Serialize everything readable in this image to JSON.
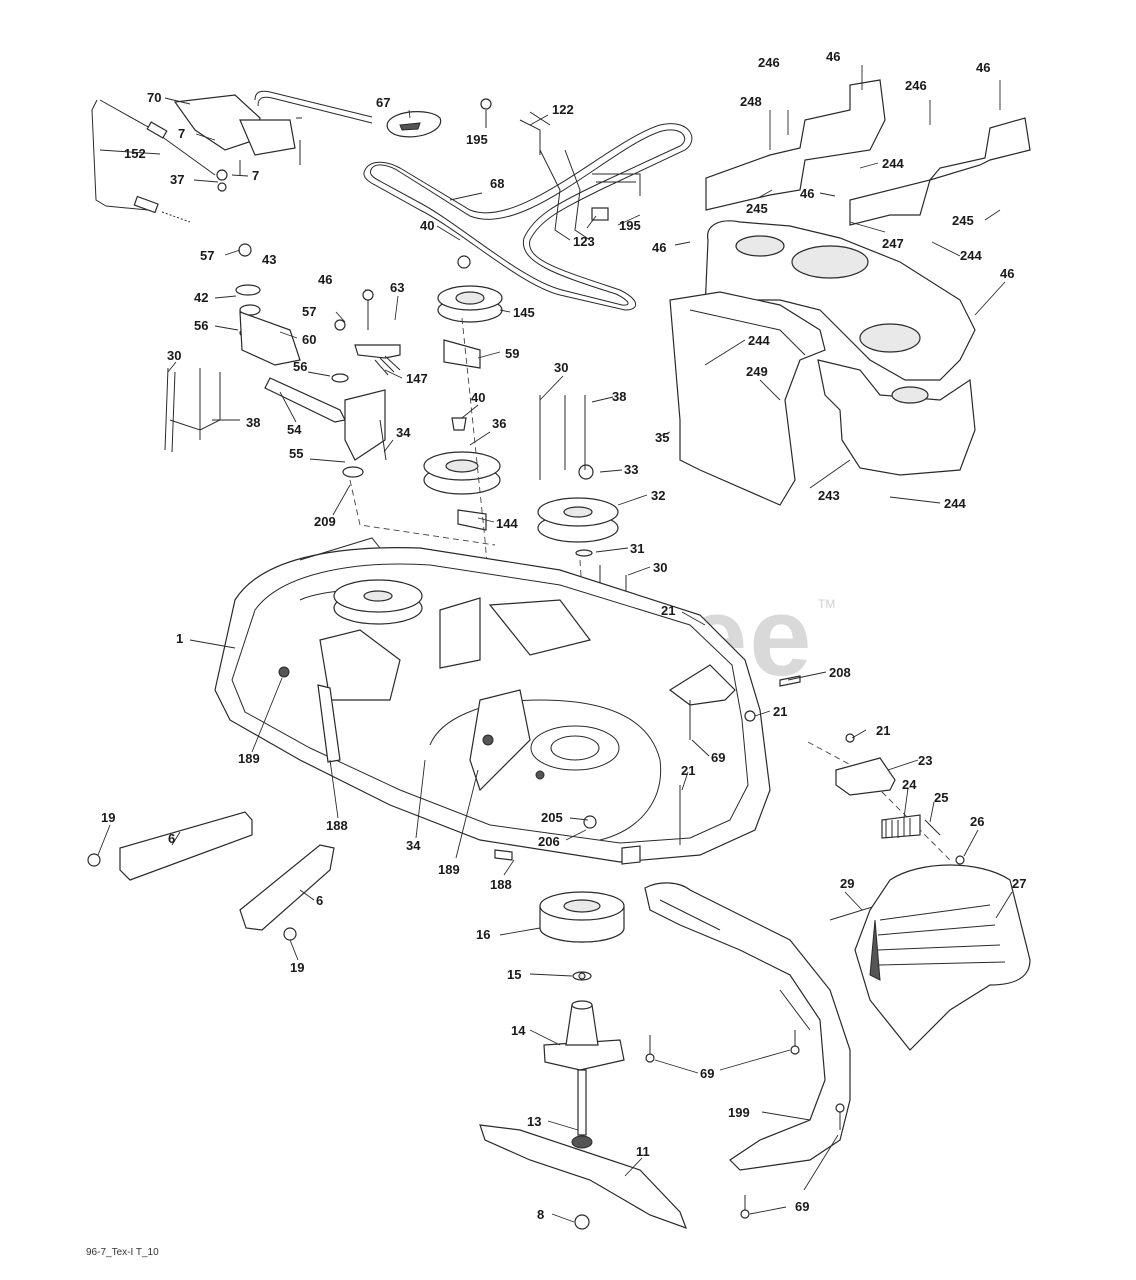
{
  "watermark": {
    "text": "PartsTree",
    "trademark": "TM"
  },
  "footer_code": "96-7_Tex-I T_10",
  "callouts": [
    {
      "id": "c70",
      "text": "70"
    },
    {
      "id": "c152",
      "text": "152"
    },
    {
      "id": "c7a",
      "text": "7"
    },
    {
      "id": "c7b",
      "text": "7"
    },
    {
      "id": "c37",
      "text": "37"
    },
    {
      "id": "c67",
      "text": "67"
    },
    {
      "id": "c195a",
      "text": "195"
    },
    {
      "id": "c122",
      "text": "122"
    },
    {
      "id": "c68",
      "text": "68"
    },
    {
      "id": "c123",
      "text": "123"
    },
    {
      "id": "c195b",
      "text": "195"
    },
    {
      "id": "c246a",
      "text": "246"
    },
    {
      "id": "c46a",
      "text": "46"
    },
    {
      "id": "c248",
      "text": "248"
    },
    {
      "id": "c246b",
      "text": "246"
    },
    {
      "id": "c46b",
      "text": "46"
    },
    {
      "id": "c244a",
      "text": "244"
    },
    {
      "id": "c245a",
      "text": "245"
    },
    {
      "id": "c46c",
      "text": "46"
    },
    {
      "id": "c245b",
      "text": "245"
    },
    {
      "id": "c46d",
      "text": "46"
    },
    {
      "id": "c244b",
      "text": "244"
    },
    {
      "id": "c247",
      "text": "247"
    },
    {
      "id": "c46e",
      "text": "46"
    },
    {
      "id": "c57a",
      "text": "57"
    },
    {
      "id": "c43",
      "text": "43"
    },
    {
      "id": "c40a",
      "text": "40"
    },
    {
      "id": "c46f",
      "text": "46"
    },
    {
      "id": "c63",
      "text": "63"
    },
    {
      "id": "c42",
      "text": "42"
    },
    {
      "id": "c145",
      "text": "145"
    },
    {
      "id": "c57b",
      "text": "57"
    },
    {
      "id": "c56a",
      "text": "56"
    },
    {
      "id": "c60",
      "text": "60"
    },
    {
      "id": "c59",
      "text": "59"
    },
    {
      "id": "c147",
      "text": "147"
    },
    {
      "id": "c30a",
      "text": "30"
    },
    {
      "id": "c56b",
      "text": "56"
    },
    {
      "id": "c244c",
      "text": "244"
    },
    {
      "id": "c249",
      "text": "249"
    },
    {
      "id": "c30b",
      "text": "30"
    },
    {
      "id": "c38a",
      "text": "38"
    },
    {
      "id": "c38b",
      "text": "38"
    },
    {
      "id": "c40b",
      "text": "40"
    },
    {
      "id": "c54",
      "text": "54"
    },
    {
      "id": "c35",
      "text": "35"
    },
    {
      "id": "c36",
      "text": "36"
    },
    {
      "id": "c34a",
      "text": "34"
    },
    {
      "id": "c55",
      "text": "55"
    },
    {
      "id": "c33",
      "text": "33"
    },
    {
      "id": "c243",
      "text": "243"
    },
    {
      "id": "c32",
      "text": "32"
    },
    {
      "id": "c244d",
      "text": "244"
    },
    {
      "id": "c209",
      "text": "209"
    },
    {
      "id": "c144",
      "text": "144"
    },
    {
      "id": "c31",
      "text": "31"
    },
    {
      "id": "c30c",
      "text": "30"
    },
    {
      "id": "c1",
      "text": "1"
    },
    {
      "id": "c21a",
      "text": "21"
    },
    {
      "id": "c208",
      "text": "208"
    },
    {
      "id": "c21b",
      "text": "21"
    },
    {
      "id": "c189a",
      "text": "189"
    },
    {
      "id": "c69a",
      "text": "69"
    },
    {
      "id": "c21c",
      "text": "21"
    },
    {
      "id": "c188a",
      "text": "188"
    },
    {
      "id": "c23",
      "text": "23"
    },
    {
      "id": "c21d",
      "text": "21"
    },
    {
      "id": "c24",
      "text": "24"
    },
    {
      "id": "c25",
      "text": "25"
    },
    {
      "id": "c205",
      "text": "205"
    },
    {
      "id": "c206",
      "text": "206"
    },
    {
      "id": "c34b",
      "text": "34"
    },
    {
      "id": "c26",
      "text": "26"
    },
    {
      "id": "c19a",
      "text": "19"
    },
    {
      "id": "c6a",
      "text": "6"
    },
    {
      "id": "c189b",
      "text": "189"
    },
    {
      "id": "c188b",
      "text": "188"
    },
    {
      "id": "c29",
      "text": "29"
    },
    {
      "id": "c27",
      "text": "27"
    },
    {
      "id": "c6b",
      "text": "6"
    },
    {
      "id": "c16",
      "text": "16"
    },
    {
      "id": "c19b",
      "text": "19"
    },
    {
      "id": "c15",
      "text": "15"
    },
    {
      "id": "c14",
      "text": "14"
    },
    {
      "id": "c69b",
      "text": "69"
    },
    {
      "id": "c13",
      "text": "13"
    },
    {
      "id": "c199",
      "text": "199"
    },
    {
      "id": "c11",
      "text": "11"
    },
    {
      "id": "c8",
      "text": "8"
    },
    {
      "id": "c69c",
      "text": "69"
    }
  ]
}
